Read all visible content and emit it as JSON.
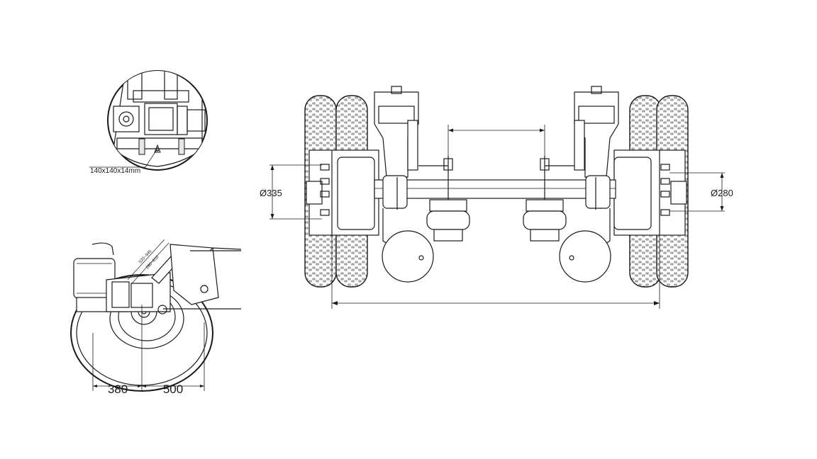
{
  "labels": {
    "profile": "140x140x14mm",
    "dia_left": "Ø335",
    "dia_right": "Ø280",
    "dim_380": "380",
    "dim_500": "500"
  },
  "colors": {
    "line": "#1a1a1a",
    "background": "#ffffff"
  }
}
